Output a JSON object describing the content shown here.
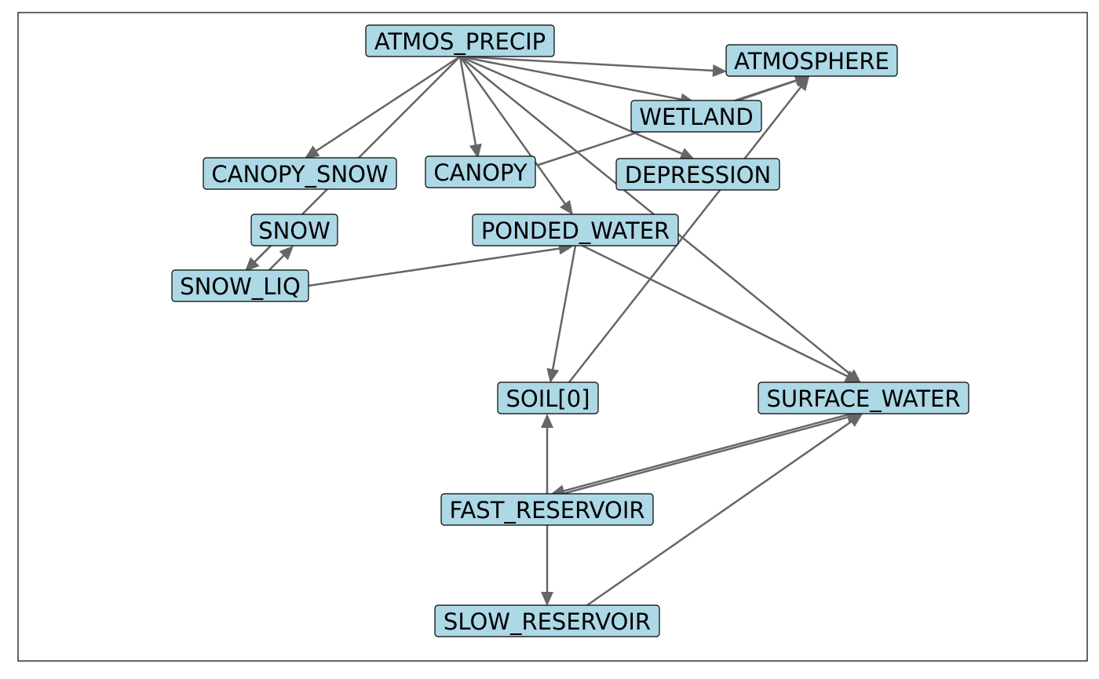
{
  "diagram": {
    "type": "directed-graph",
    "colors": {
      "node_fill": "#add8e6",
      "node_border": "#000000",
      "edge": "#666666",
      "frame": "#000000"
    },
    "nodes": [
      {
        "id": "ATMOS_PRECIP",
        "label": "ATMOS_PRECIP"
      },
      {
        "id": "ATMOSPHERE",
        "label": "ATMOSPHERE"
      },
      {
        "id": "WETLAND",
        "label": "WETLAND"
      },
      {
        "id": "CANOPY_SNOW",
        "label": "CANOPY_SNOW"
      },
      {
        "id": "CANOPY",
        "label": "CANOPY"
      },
      {
        "id": "DEPRESSION",
        "label": "DEPRESSION"
      },
      {
        "id": "SNOW",
        "label": "SNOW"
      },
      {
        "id": "PONDED_WATER",
        "label": "PONDED_WATER"
      },
      {
        "id": "SNOW_LIQ",
        "label": "SNOW_LIQ"
      },
      {
        "id": "SOIL0",
        "label": "SOIL[0]"
      },
      {
        "id": "SURFACE_WATER",
        "label": "SURFACE_WATER"
      },
      {
        "id": "FAST_RESERVOIR",
        "label": "FAST_RESERVOIR"
      },
      {
        "id": "SLOW_RESERVOIR",
        "label": "SLOW_RESERVOIR"
      }
    ],
    "edges": [
      {
        "from": "ATMOS_PRECIP",
        "to": "ATMOSPHERE"
      },
      {
        "from": "ATMOS_PRECIP",
        "to": "WETLAND"
      },
      {
        "from": "ATMOS_PRECIP",
        "to": "CANOPY_SNOW"
      },
      {
        "from": "ATMOS_PRECIP",
        "to": "SNOW_LIQ"
      },
      {
        "from": "ATMOS_PRECIP",
        "to": "CANOPY"
      },
      {
        "from": "ATMOS_PRECIP",
        "to": "PONDED_WATER"
      },
      {
        "from": "ATMOS_PRECIP",
        "to": "DEPRESSION"
      },
      {
        "from": "ATMOS_PRECIP",
        "to": "SURFACE_WATER"
      },
      {
        "from": "CANOPY",
        "to": "ATMOSPHERE"
      },
      {
        "from": "WETLAND",
        "to": "ATMOSPHERE"
      },
      {
        "from": "SOIL0",
        "to": "ATMOSPHERE"
      },
      {
        "from": "SNOW",
        "to": "SNOW_LIQ"
      },
      {
        "from": "SNOW_LIQ",
        "to": "SNOW"
      },
      {
        "from": "SNOW_LIQ",
        "to": "PONDED_WATER"
      },
      {
        "from": "PONDED_WATER",
        "to": "SOIL0"
      },
      {
        "from": "PONDED_WATER",
        "to": "SURFACE_WATER"
      },
      {
        "from": "FAST_RESERVOIR",
        "to": "SOIL0"
      },
      {
        "from": "FAST_RESERVOIR",
        "to": "SURFACE_WATER"
      },
      {
        "from": "SURFACE_WATER",
        "to": "FAST_RESERVOIR"
      },
      {
        "from": "FAST_RESERVOIR",
        "to": "SLOW_RESERVOIR"
      },
      {
        "from": "SLOW_RESERVOIR",
        "to": "SURFACE_WATER"
      }
    ]
  }
}
